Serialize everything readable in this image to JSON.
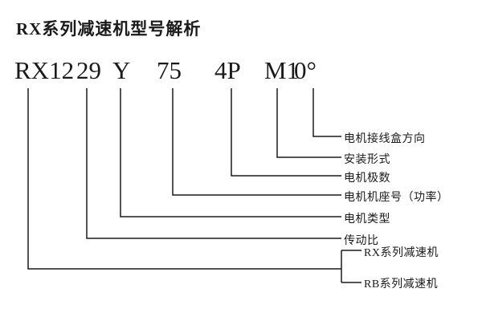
{
  "title": "RX系列减速机型号解析",
  "code": {
    "segments": [
      "RX12",
      "29",
      "Y",
      "75",
      "4P",
      "M1",
      "0°"
    ]
  },
  "labels": [
    {
      "text": "电机接线盒方向"
    },
    {
      "text": "安装形式"
    },
    {
      "text": "电机极数"
    },
    {
      "text": "电机机座号（功率）"
    },
    {
      "text": "电机类型"
    },
    {
      "text": "传动比"
    },
    {
      "text": "RX系列减速机"
    },
    {
      "text": "RB系列减速机"
    }
  ],
  "colors": {
    "line": "#1a1a1a",
    "text": "#1a1a1a",
    "background": "#ffffff"
  }
}
